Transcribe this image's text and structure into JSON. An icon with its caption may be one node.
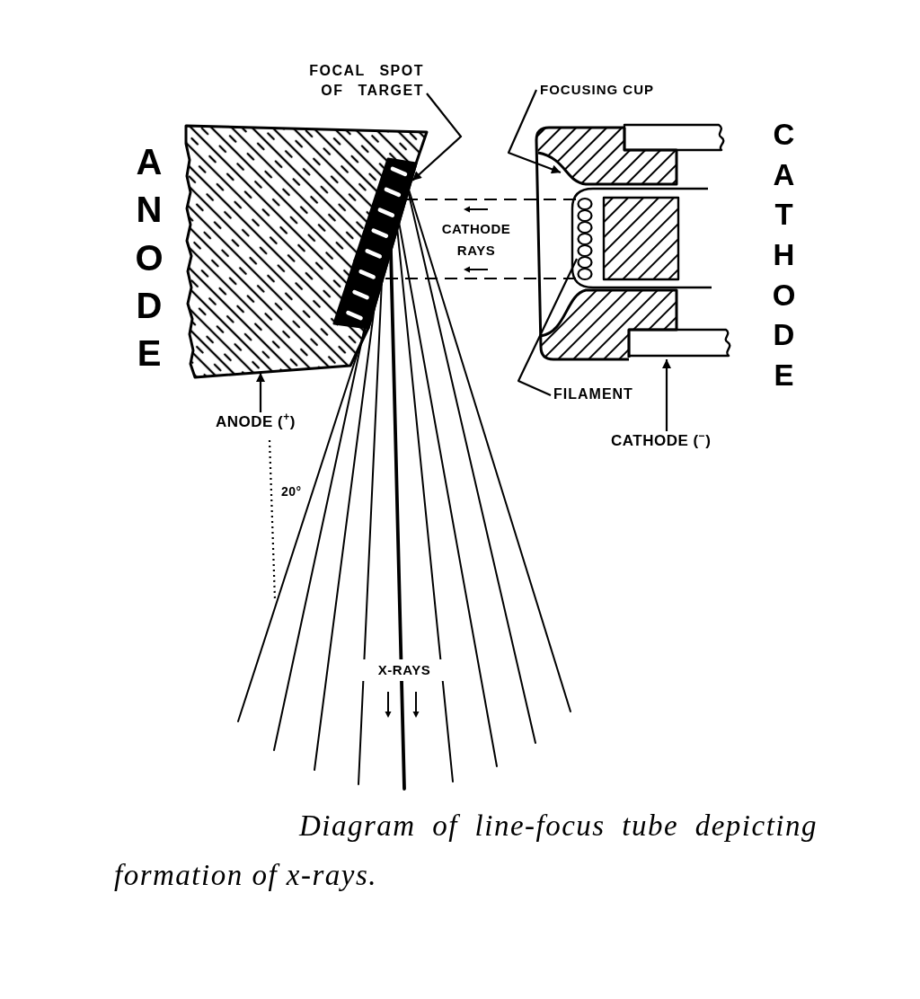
{
  "diagram": {
    "caption": "Diagram of line-focus tube depicting formation of x-rays.",
    "nodes": [
      {
        "text": [
          "FOCAL SPOT OF TARGET"
        ]
      },
      {
        "text": [
          "FOCUSING CUP"
        ]
      },
      {
        "text": [],
        "shape": "box"
      },
      {
        "text": [],
        "shape": "bar",
        "in": 2
      },
      {
        "text": [],
        "shape": "picture"
      },
      {
        "text": [],
        "shape": "box",
        "in": 4
      },
      {
        "text": [],
        "shape": "coil",
        "in": 5
      },
      {
        "text": [
          "FILAMENT"
        ]
      },
      {
        "text": [
          "ANODE ($^{+}$)"
        ]
      },
      {
        "text": [
          "CATHODE ($^{−}$)"
        ]
      }
    ],
    "edges": [
      {
        "from": 0,
        "to": 3,
        "arrow": "to"
      },
      {
        "from": 1,
        "to": 5,
        "arrow": "to"
      },
      {
        "from": 7,
        "to": 6,
        "arrow": "none"
      },
      {
        "from": 8,
        "to": 2,
        "arrow": "to"
      },
      {
        "from": 9,
        "to": 4,
        "arrow": "to"
      },
      {
        "from": 6,
        "to": 3,
        "arrow": "none",
        "style": "dashed"
      },
      {
        "from": 6,
        "to": 3,
        "arrow": "none",
        "style": "dashed"
      }
    ],
    "labels": [
      "ANODE",
      "CATHODE",
      "CATHODE RAYS",
      "20°",
      "X-RAYS"
    ]
  }
}
